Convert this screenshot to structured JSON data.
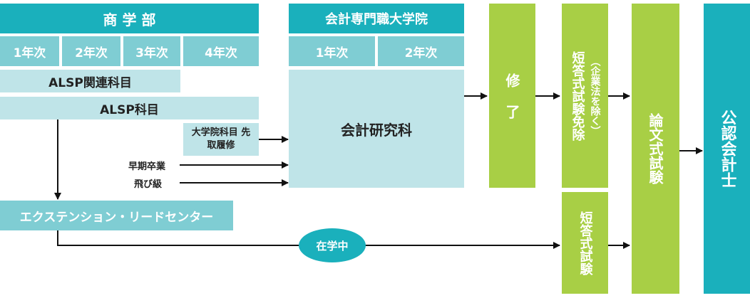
{
  "faculty": {
    "title": "商 学 部",
    "years": [
      "1年次",
      "2年次",
      "3年次",
      "4年次"
    ],
    "alsp_related": "ALSP関連科目",
    "alsp": "ALSP科目"
  },
  "grad_school": {
    "title": "会計専門職大学院",
    "years": [
      "1年次",
      "2年次"
    ],
    "main": "会計研究科"
  },
  "advance_credit": "大学院科目 先取履修",
  "early_grad": "早期卒業",
  "skip_grade": "飛び級",
  "extension": "エクステンション・リードセンター",
  "in_school": "在学中",
  "completion": "修 了",
  "exemption": "短答式試験免除",
  "exemption_note": "（企業法を除く）",
  "short_exam": "短答式試験",
  "essay_exam": "論文式試験",
  "cpa": "公認会計士",
  "colors": {
    "teal": "#1ab0bc",
    "mid": "#7fcdd3",
    "light": "#bfe4e8",
    "green": "#a8cf45",
    "arrow": "#111111"
  }
}
